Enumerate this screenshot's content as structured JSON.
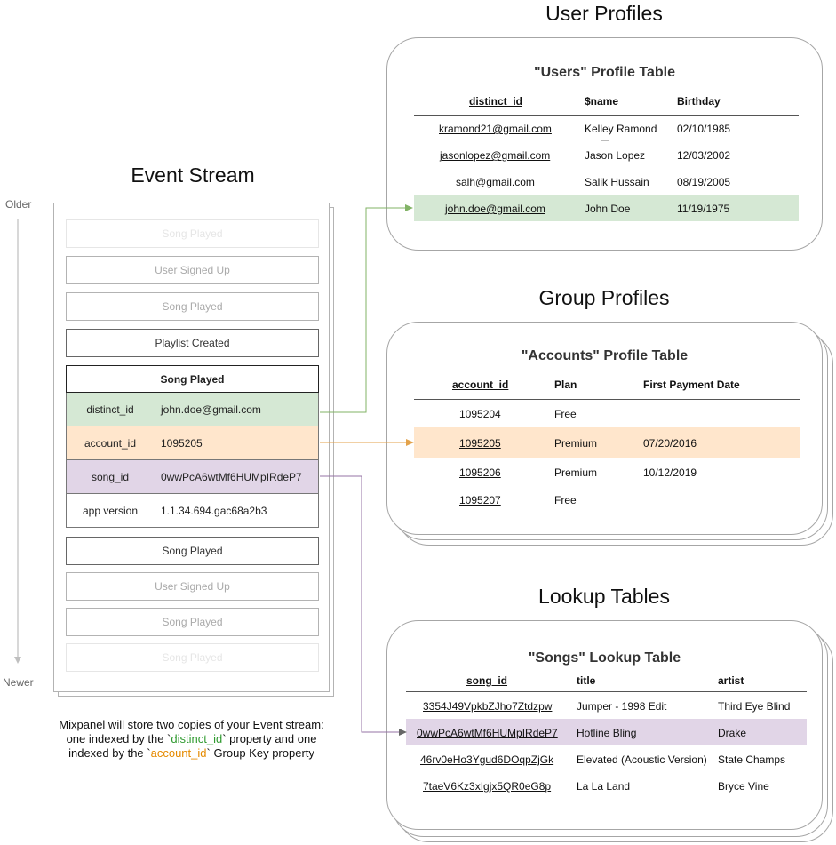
{
  "user_profiles": {
    "title": "User Profiles",
    "table_title": "\"Users\" Profile Table",
    "columns": [
      "distinct_id",
      "$name",
      "Birthday"
    ],
    "rows": [
      [
        "kramond21@gmail.com",
        "Kelley Ramond",
        "02/10/1985"
      ],
      [
        "jasonlopez@gmail.com",
        "Jason Lopez",
        "12/03/2002"
      ],
      [
        "salh@gmail.com",
        "Salik Hussain",
        "08/19/2005"
      ],
      [
        "john.doe@gmail.com",
        "John Doe",
        "11/19/1975"
      ]
    ]
  },
  "event_stream": {
    "title": "Event Stream",
    "older_label": "Older",
    "newer_label": "Newer",
    "events_top": [
      "Song Played",
      "User Signed Up",
      "Song Played",
      "Playlist Created"
    ],
    "selected_event": "Song Played",
    "properties": [
      {
        "key": "distinct_id",
        "value": "john.doe@gmail.com"
      },
      {
        "key": "account_id",
        "value": "1095205"
      },
      {
        "key": "song_id",
        "value": "0wwPcA6wtMf6HUMpIRdeP7"
      },
      {
        "key": "app version",
        "value": "1.1.34.694.gac68a2b3"
      }
    ],
    "events_bottom": [
      "Song Played",
      "User Signed Up",
      "Song Played",
      "Song Played"
    ]
  },
  "group_profiles": {
    "title": "Group Profiles",
    "table_title": "\"Accounts\" Profile Table",
    "columns": [
      "account_id",
      "Plan",
      "First Payment Date"
    ],
    "rows": [
      [
        "1095204",
        "Free",
        ""
      ],
      [
        "1095205",
        "Premium",
        "07/20/2016"
      ],
      [
        "1095206",
        "Premium",
        "10/12/2019"
      ],
      [
        "1095207",
        "Free",
        ""
      ]
    ]
  },
  "lookup_tables": {
    "title": "Lookup Tables",
    "table_title": "\"Songs\" Lookup Table",
    "columns": [
      "song_id",
      "title",
      "artist"
    ],
    "rows": [
      [
        "3354J49VpkbZJho7Ztdzpw",
        "Jumper - 1998 Edit",
        "Third Eye Blind"
      ],
      [
        "0wwPcA6wtMf6HUMpIRdeP7",
        "Hotline Bling",
        "Drake"
      ],
      [
        "46rv0eHo3Ygud6DOqpZjGk",
        "Elevated (Acoustic Version)",
        "State Champs"
      ],
      [
        "7taeV6Kz3xIgjx5QR0eG8p",
        "La La Land",
        "Bryce Vine"
      ]
    ]
  },
  "note": {
    "line1": "Mixpanel will store two copies of your Event stream:",
    "line2_pre": "one indexed by the `",
    "line2_key": "distinct_id",
    "line2_post": "` property and one",
    "line3_pre": "indexed by the `",
    "line3_key": "account_id",
    "line3_post": "` Group Key property"
  },
  "colors": {
    "green_highlight": "#d5e8d4",
    "orange_highlight": "#ffe6cc",
    "purple_highlight": "#e1d5e7",
    "green_arrow": "#82b366",
    "orange_arrow": "#e3a24a",
    "purple_arrow": "#9673a6"
  }
}
